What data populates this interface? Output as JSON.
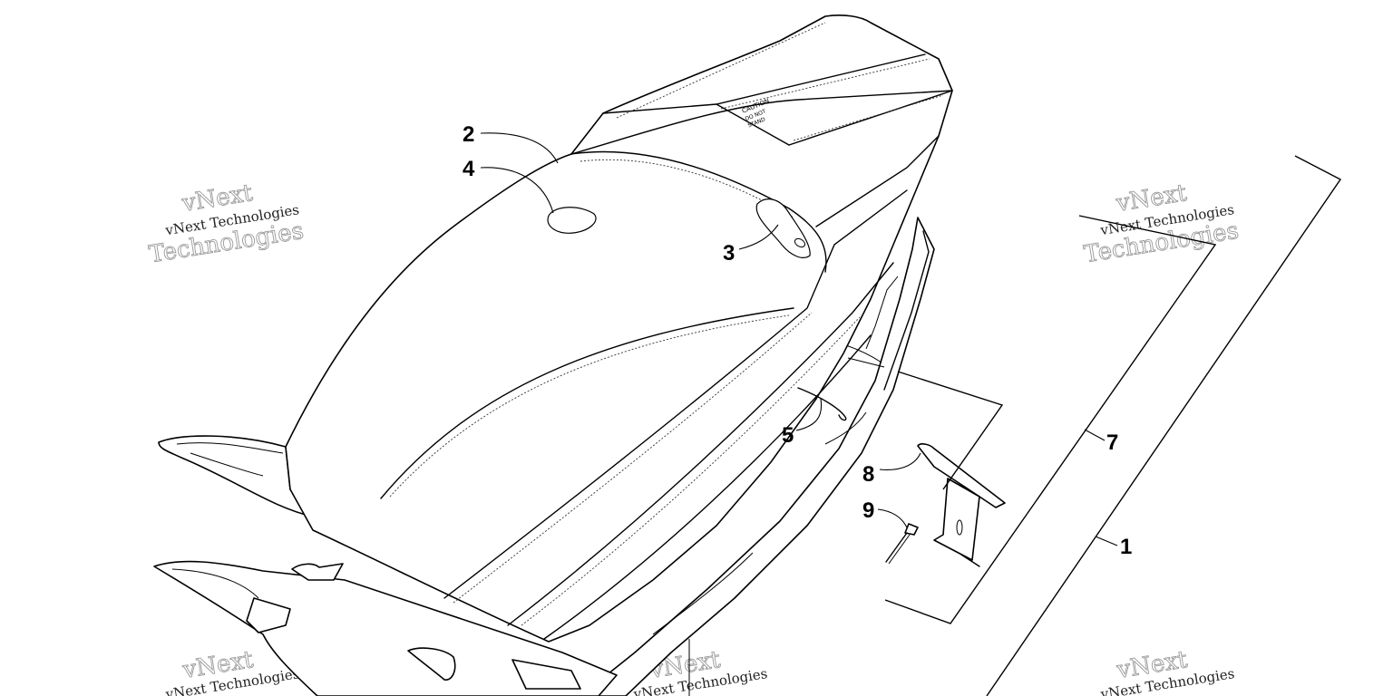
{
  "watermark": {
    "line1": "vNext",
    "line2": "vNext Technologies",
    "line3": "Technologies"
  },
  "callouts": {
    "c1": "1",
    "c2": "2",
    "c3": "3",
    "c4": "4",
    "c5": "5",
    "c7": "7",
    "c8": "8",
    "c9": "9"
  },
  "seat_label": {
    "l1": "CAUTION",
    "l2": "DO NOT",
    "l3": "STAND"
  }
}
